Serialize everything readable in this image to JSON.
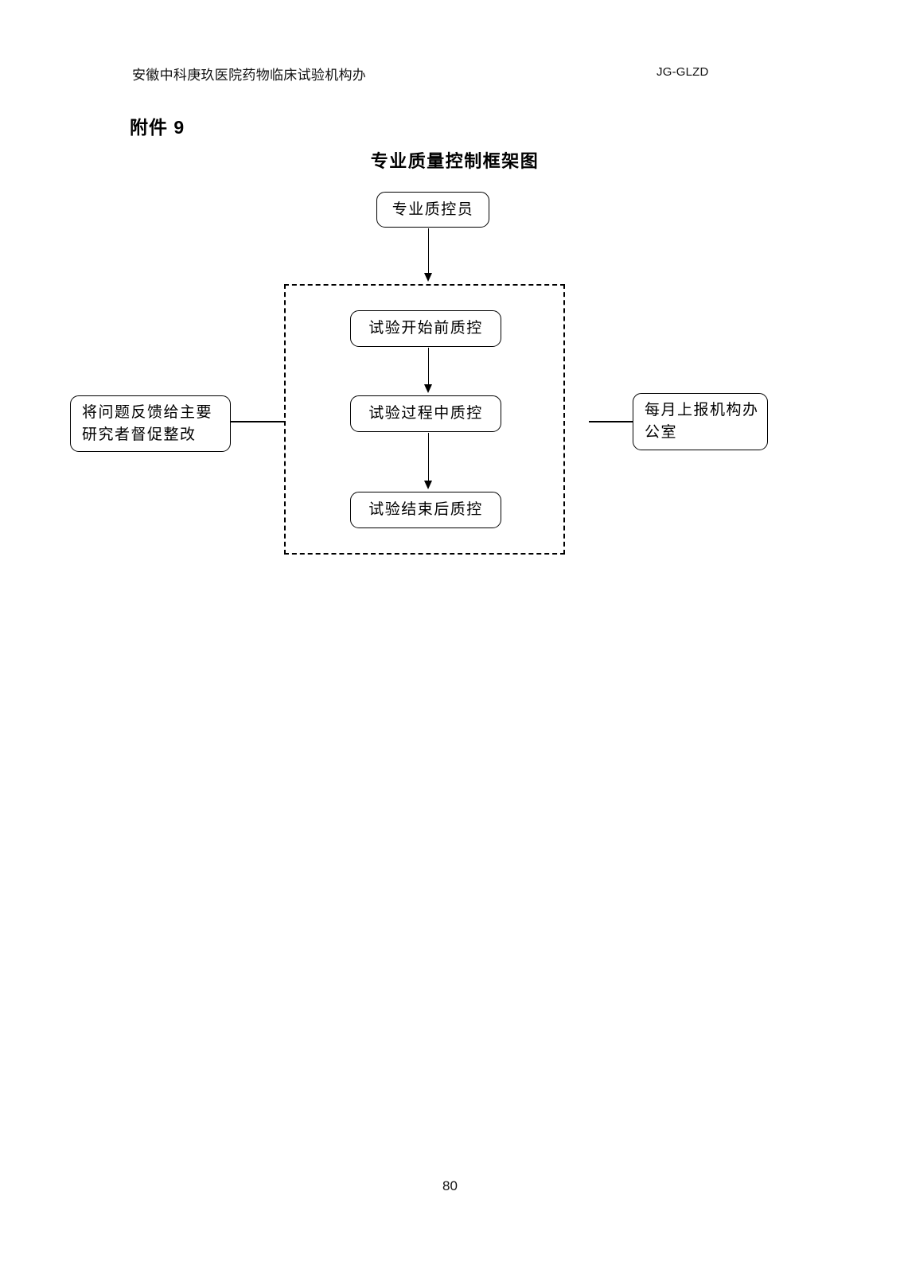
{
  "page": {
    "header_left": "安徽中科庚玖医院药物临床试验机构办",
    "header_right": "JG-GLZD",
    "appendix_label": "附件 9",
    "page_number": "80"
  },
  "diagram": {
    "title": "专业质量控制框架图",
    "nodes": {
      "qc_officer": "专业质控员",
      "pre_trial": "试验开始前质控",
      "mid_trial": "试验过程中质控",
      "post_trial": "试验结束后质控",
      "feedback_line1": "将问题反馈给主要",
      "feedback_line2": "研究者督促整改",
      "report_line1": "每月上报机构办",
      "report_line2": "公室"
    },
    "group_label": "",
    "colors": {
      "stroke": "#000000",
      "background": "#ffffff",
      "text": "#000000"
    }
  }
}
